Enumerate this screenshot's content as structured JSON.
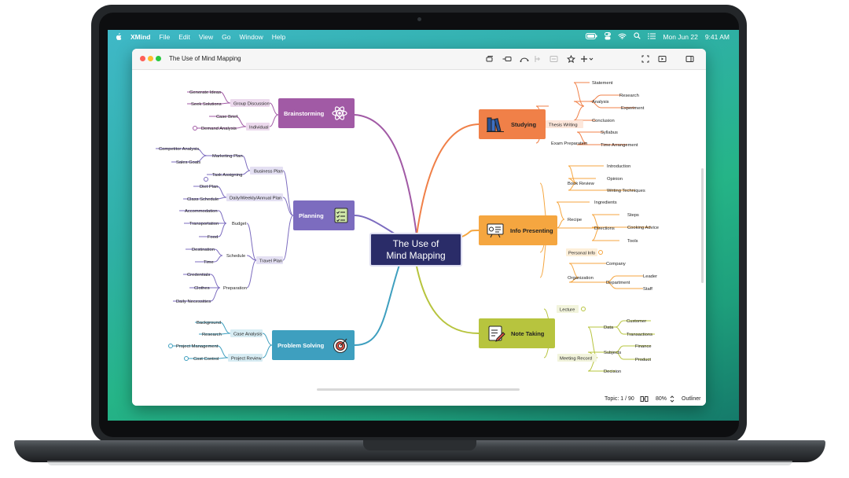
{
  "menubar": {
    "app": "XMind",
    "items": [
      "File",
      "Edit",
      "View",
      "Go",
      "Window",
      "Help"
    ],
    "date": "Mon Jun 22",
    "time": "9:41 AM"
  },
  "window": {
    "title": "The Use of Mind Mapping"
  },
  "statusbar": {
    "topic": "Topic: 1 / 90",
    "zoom": "80%",
    "outliner": "Outliner"
  },
  "mindmap": {
    "central": "The Use of Mind Mapping",
    "branches": {
      "brainstorming": {
        "label": "Brainstorming",
        "color": "#a15aa5"
      },
      "planning": {
        "label": "Planning",
        "color": "#7c6cbf"
      },
      "problem_solving": {
        "label": "Problem Solving",
        "color": "#3e9fbf"
      },
      "studying": {
        "label": "Studying",
        "color": "#f08048"
      },
      "info_presenting": {
        "label": "Info Presenting",
        "color": "#f5a640"
      },
      "note_taking": {
        "label": "Note Taking",
        "color": "#b7c43e"
      }
    },
    "brainstorming": {
      "group_discussion": "Group Discussion",
      "generate_ideas": "Generate Ideas",
      "seek_solutions": "Seek Solutions",
      "individual": "Individual",
      "case_brief": "Case Brief",
      "demand_analysis": "Demand Analysis"
    },
    "planning": {
      "business_plan": "Business Plan",
      "competitor_analysis": "Competitor Analysis",
      "marketing_plan": "Marketing Plan",
      "sales_goals": "Sales Goals",
      "task_assigning": "Task Assigning",
      "daily_plan": "Daily/Weekly/Annual Plan",
      "diet_plan": "Diet Plan",
      "class_schedule": "Class Schedule",
      "travel_plan": "Travel Plan",
      "budget": "Budget",
      "accommodation": "Accommodation",
      "transportation": "Transportation",
      "food": "Food",
      "schedule": "Schedule",
      "destination": "Destination",
      "time": "Time",
      "preparation": "Preparation",
      "credentials": "Credentials",
      "clothes": "Clothes",
      "daily_necessities": "Daily Necessities"
    },
    "problem_solving": {
      "case_analysis": "Case Analysis",
      "background": "Background",
      "research": "Research",
      "project_review": "Project Review",
      "project_management": "Project Management",
      "cost_control": "Cost Control"
    },
    "studying": {
      "thesis_writing": "Thesis Writing",
      "statement": "Statement",
      "analysis": "Analysis",
      "research": "Research",
      "experiment": "Experiment",
      "conclusion": "Conclusion",
      "exam_preparation": "Exam Preparation",
      "syllabus": "Syllabus",
      "time_arrangement": "Time Arrangement"
    },
    "info_presenting": {
      "book_review": "Book Review",
      "introduction": "Introduction",
      "opinion": "Opinion",
      "writing_techniques": "Writing Techniques",
      "recipe": "Recipe",
      "ingredients": "Ingredients",
      "directions": "Directions",
      "steps": "Steps",
      "cooking_advice": "Cooking Advice",
      "tools": "Tools",
      "personal_info": "Personal Info",
      "organization": "Organization",
      "company": "Company",
      "department": "Department",
      "leader": "Leader",
      "staff": "Staff"
    },
    "note_taking": {
      "lecture": "Lecture",
      "meeting_record": "Meeting Record",
      "data": "Data",
      "customer": "Customer",
      "transactions": "Transactions",
      "subjects": "Subjects",
      "finance": "Finance",
      "product": "Product",
      "decision": "Decision"
    }
  },
  "icons": [
    "apple-icon",
    "battery-icon",
    "control-center-icon",
    "wifi-icon",
    "search-icon",
    "list-icon",
    "topic-icon",
    "relationship-icon",
    "subtopic-icon",
    "boundary-icon",
    "summary-icon",
    "marker-icon",
    "insert-icon",
    "fullscreen-icon",
    "present-icon",
    "panel-icon",
    "outline-icon",
    "zoom-stepper-icon"
  ]
}
